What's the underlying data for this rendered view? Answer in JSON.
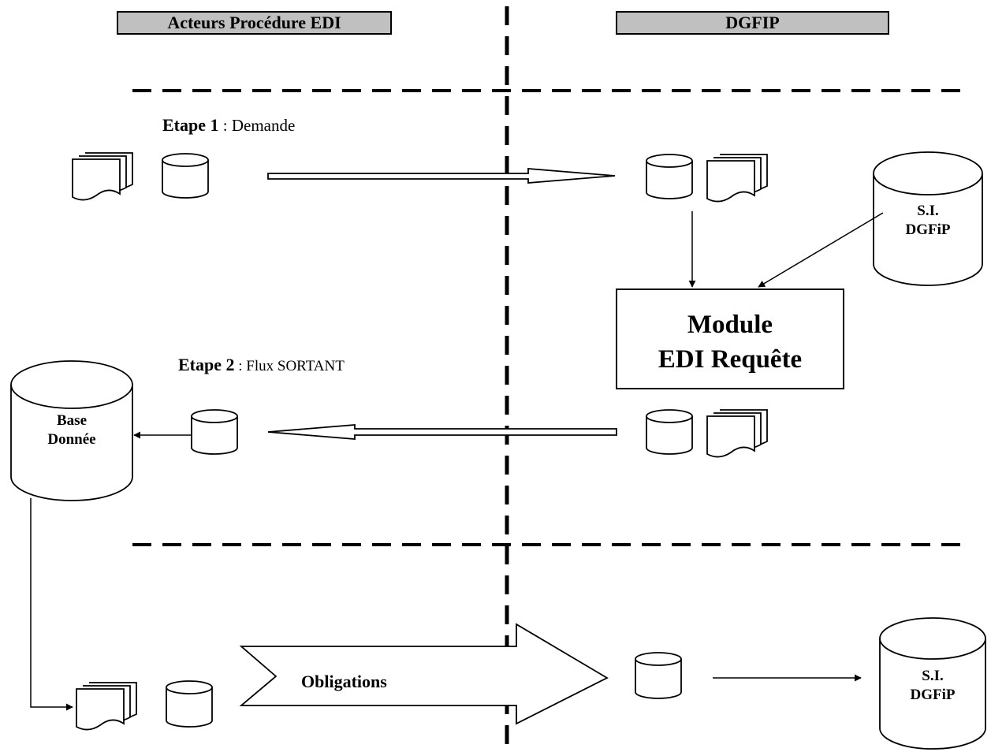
{
  "headers": {
    "left": "Acteurs Procédure EDI",
    "right": "DGFIP"
  },
  "steps": {
    "step1": {
      "label": "Etape 1",
      "text": " : Demande"
    },
    "step2": {
      "label": "Etape 2",
      "text": " : Flux SORTANT"
    }
  },
  "module": {
    "line1": "Module",
    "line2": "EDI Requête"
  },
  "systems": {
    "si_top": {
      "line1": "S.I.",
      "line2": "DGFiP"
    },
    "si_bottom": {
      "line1": "S.I.",
      "line2": "DGFiP"
    },
    "base": {
      "line1": "Base",
      "line2": "Donnée"
    }
  },
  "obligations": "Obligations"
}
